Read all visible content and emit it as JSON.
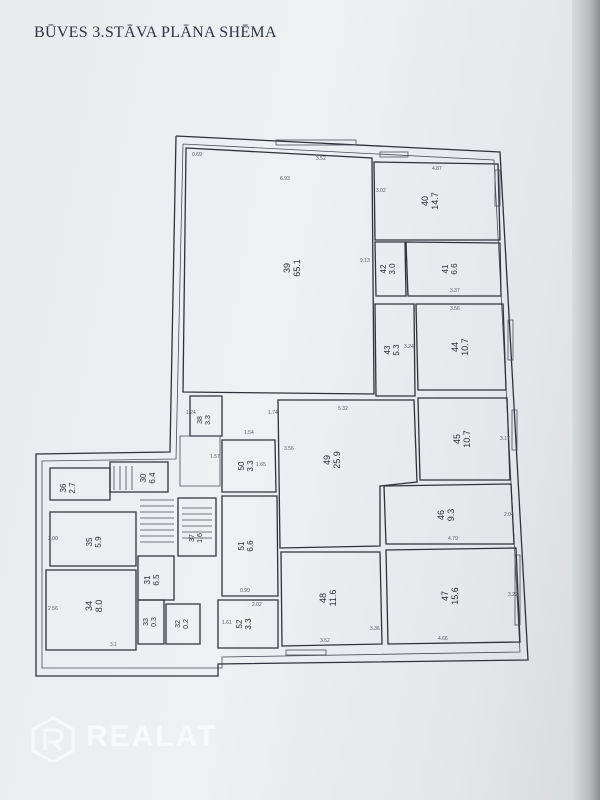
{
  "title": "BŪVES 3.STĀVA PLĀNA SHĒMA",
  "rooms": [
    {
      "id": "room-39",
      "number": "39",
      "area": "65.1"
    },
    {
      "id": "room-40",
      "number": "40",
      "area": "14.7"
    },
    {
      "id": "room-41",
      "number": "41",
      "area": "6.6"
    },
    {
      "id": "room-42",
      "number": "42",
      "area": "3.0"
    },
    {
      "id": "room-43",
      "number": "43",
      "area": "5.3"
    },
    {
      "id": "room-44",
      "number": "44",
      "area": "10.7"
    },
    {
      "id": "room-45",
      "number": "45",
      "area": "10.7"
    },
    {
      "id": "room-46",
      "number": "46",
      "area": "9.3"
    },
    {
      "id": "room-47",
      "number": "47",
      "area": "15.6"
    },
    {
      "id": "room-48",
      "number": "48",
      "area": "11.6"
    },
    {
      "id": "room-49",
      "number": "49",
      "area": "25.9"
    },
    {
      "id": "room-50",
      "number": "50",
      "area": "3.3"
    },
    {
      "id": "room-51",
      "number": "51",
      "area": "6.6"
    },
    {
      "id": "room-52",
      "number": "52",
      "area": "3.3"
    },
    {
      "id": "room-38",
      "number": "38",
      "area": "3.3"
    },
    {
      "id": "room-37",
      "number": "37",
      "area": "1.6"
    },
    {
      "id": "room-36",
      "number": "36",
      "area": "2.7"
    },
    {
      "id": "room-35",
      "number": "35",
      "area": "5.9"
    },
    {
      "id": "room-34",
      "number": "34",
      "area": "8.0"
    },
    {
      "id": "room-33",
      "number": "33",
      "area": "0.3"
    },
    {
      "id": "room-32",
      "number": "32",
      "area": "0.2"
    },
    {
      "id": "room-31",
      "number": "31",
      "area": "6.5"
    },
    {
      "id": "room-30",
      "number": "30",
      "area": "6.4"
    }
  ],
  "dimensions": [
    "0.69",
    "3.52",
    "6.93",
    "4.87",
    "3.02",
    "9.13",
    "3.37",
    "3.56",
    "5.32",
    "3.24",
    "3.17",
    "4.79",
    "2.04",
    "3.22",
    "4.66",
    "3.36",
    "3.52",
    "3.56",
    "1.74",
    "1.54",
    "1.24",
    "1.57",
    "1.65",
    "2.00",
    "2.56",
    "3.1",
    "0.99",
    "2.02",
    "1.61"
  ],
  "brand": {
    "name": "REALAT",
    "logo_icon": "realat-r-logo-icon"
  }
}
